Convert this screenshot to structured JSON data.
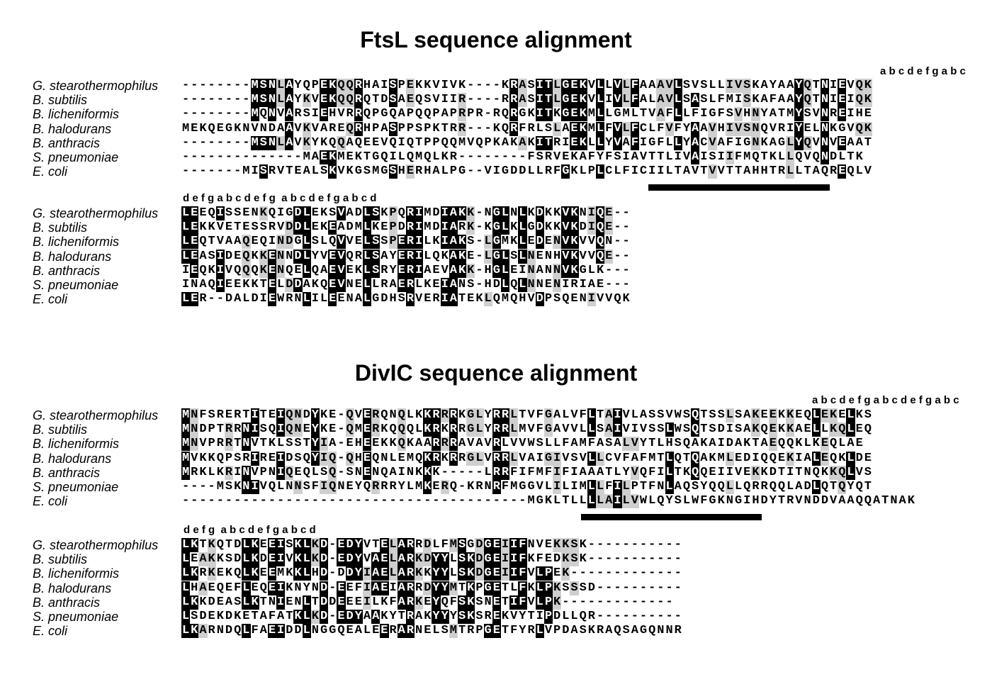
{
  "ftsl": {
    "title": "FtsL sequence alignment",
    "heptad_1": "a b c d e f g a b c",
    "heptad_2": "d e f g a b c d e f g  a b c d e f g a b c d",
    "block1": [
      {
        "species": "G. stearothermophilus",
        "seq": "--------MSNLAYQPEKQQRHAISPEKKVIVK----KRASITLGEKVLLVLFAAAVLSVSLLIVSKAYAAYQTNIEVQK"
      },
      {
        "species": "B. subtilis",
        "seq": "--------MSNLAYKVEKQQRQTDSAEQSVIIR----RRASITLGEKVLIVLFALAVLSASLFMISKAFAAYQTNIEIQK"
      },
      {
        "species": "B. licheniformis",
        "seq": "--------MQNVARSIEHVRRQPGQAPQQPAPRPR-RQRGKITKGEKMLLGMLTVAFLLFIGFSVHNYATMYSVNREIHE"
      },
      {
        "species": "B. halodurans",
        "seq": "MEKQEGKNVNDAAVKVAREQRHPASPPSPKTRR---KQRFRLSLAEKMLFVLFCLFVFYAAVHIVSNQVRIYELNKGVQK"
      },
      {
        "species": "B. anthracis",
        "seq": "--------MSNLAVKYKQQAQEEVQIQTPPQQMVQPKAKAKITRIEKLLYVAFIGFLLYACVAFIGNKAGLYQVNVEAAT"
      },
      {
        "species": "S. pneumoniae",
        "seq": "--------------MAEKMEKTGQILQMQLKR--------FSRVEKAFYFSIAVTTLIVAISIIFMQTKLLQVQNDLTK"
      },
      {
        "species": "E. coli",
        "seq": "-------MISRVTEALSKVKGSMGSHERHALPG--VIGDDLLRFGKLPLCLFICIILTAVTVVTTAHHTRLLTAQREQLV"
      }
    ],
    "block2": [
      {
        "species": "G. stearothermophilus",
        "seq": "LEEQISSENKQIGDLEKSVADLSKPQRIMDIAKK-NGLNLKDKKVKNIQE--"
      },
      {
        "species": "B. subtilis",
        "seq": "LEKKVETESSRVDDLEKEADMLKEPDRIMDIARK-KGLKLGDKKVKDIQE--"
      },
      {
        "species": "B. licheniformis",
        "seq": "LEQTVAAQEQINDGLSLQVVELSSPERILKIAKS-LGMKLEDENVKVVQN--"
      },
      {
        "species": "B. halodurans",
        "seq": "LEASIDEQKKENNDLYVEVQRLSAYERILQKAKE-LGLSLNENHVKVVQE--"
      },
      {
        "species": "B. anthracis",
        "seq": "IEQKIVQQQKENQELQAEVEKLSRYERIAEVAKK-HGLEINANNVKGLK---"
      },
      {
        "species": "S. pneumoniae",
        "seq": "INAQIEEKKTELDDAKQEVNELLRAERLKEIANS-HDLQLNNENIRIAE---"
      },
      {
        "species": "E. coli",
        "seq": "LER--DALDIEWRNLILEENALGDHSRVERIATEKLQMQHVDPSQENIVVQK"
      }
    ]
  },
  "divic": {
    "title": "DivIC sequence alignment",
    "heptad_1": "a b c d e f g a b c d e f g a b c",
    "heptad_2": "d e f g  a b c d e f g a b c d",
    "block1": [
      {
        "species": "G. stearothermophilus",
        "seq": "MNFSRERTITEIQNDYKE-QVERQNQLKKRRRKGLYRRLTVFGALVFLTAIVLASSVWSQTSSLSAKEEKKEQLEKELKS"
      },
      {
        "species": "B. subtilis",
        "seq": "MNDPTRRNISQIQNEYKE-QMERKQQQLKRKRRGLYRRLMVFGAVVLLSAIVIVSSLWSQTSDISAKQEKKAELLKQLEQ"
      },
      {
        "species": "B. licheniformis",
        "seq": "MNVPRRTNVTKLSSTYIA-EHEEKKQKAARRRAVAVRLVVWSLLFAMFASALVYTLHSQAKAIDAKTAEQQKLKEQLAE"
      },
      {
        "species": "B. halodurans",
        "seq": "MVKKQPSRIREIDSQYIQ-QHEQNLEMQKRKRRGLVRRLVAIGIVSVLLCVFAFMTLQTQAKMLEDIQQEKIALEQKLDE"
      },
      {
        "species": "B. anthracis",
        "seq": "MRKLKRINVPNIQEQLSQ-SNENQAINKKK-----LRRFIFMFIFIAAATLYVQFILTKQQEIIVEKKDTITNQKKQLVS"
      },
      {
        "species": "S. pneumoniae",
        "seq": "----MSKNIVQLNNSFIQNEYQRRRYLMKERQ-KRNRFMGGVLILIMLLFILPTFNLAQSYQQLLQRRQQLADLQTQYQT"
      },
      {
        "species": "E. coli",
        "seq": "----------------------------------------MGKLTLLLLAILVWLQYSLWFGKNGIHDYTRVNDDVAAQQATNAK"
      }
    ],
    "block2": [
      {
        "species": "G. stearothermophilus",
        "seq": "LKTKQTDLKEEISKLKD-EDYVTELARRDLFMSGDGEIIFNVEKKSK-----------"
      },
      {
        "species": "B. subtilis",
        "seq": "LEAKKSDLKDEIVKLKD-EDYVAELARKDYYLSKDGEIIFKFEDKSK-----------"
      },
      {
        "species": "B. licheniformis",
        "seq": "LKRKEKQLKEEMKKLHD-DDYIAELARKKYYLSKDGEIIFVLPEK-------------"
      },
      {
        "species": "B. halodurans",
        "seq": "LHAEQEFLEQEIKNYND-EEFIAEIARRDYYMTKPGETLFKLPKSSSD----------"
      },
      {
        "species": "B. anthracis",
        "seq": "LKKDEASLKTNIENLTDDEEEILKFARKEYQFSKSNETIFVLPK-------------"
      },
      {
        "species": "S. pneumoniae",
        "seq": "LSDEKDKETAFATKLKD-EDYAAKYTRAKYYYSKSREKVYTIPDLLQR----------"
      },
      {
        "species": "E. coli",
        "seq": "LKARNDQLFAEIDDLNGGQEALEERARNELSMTRPGETFYRLVPDASKRAQSAGQNNR"
      }
    ]
  }
}
